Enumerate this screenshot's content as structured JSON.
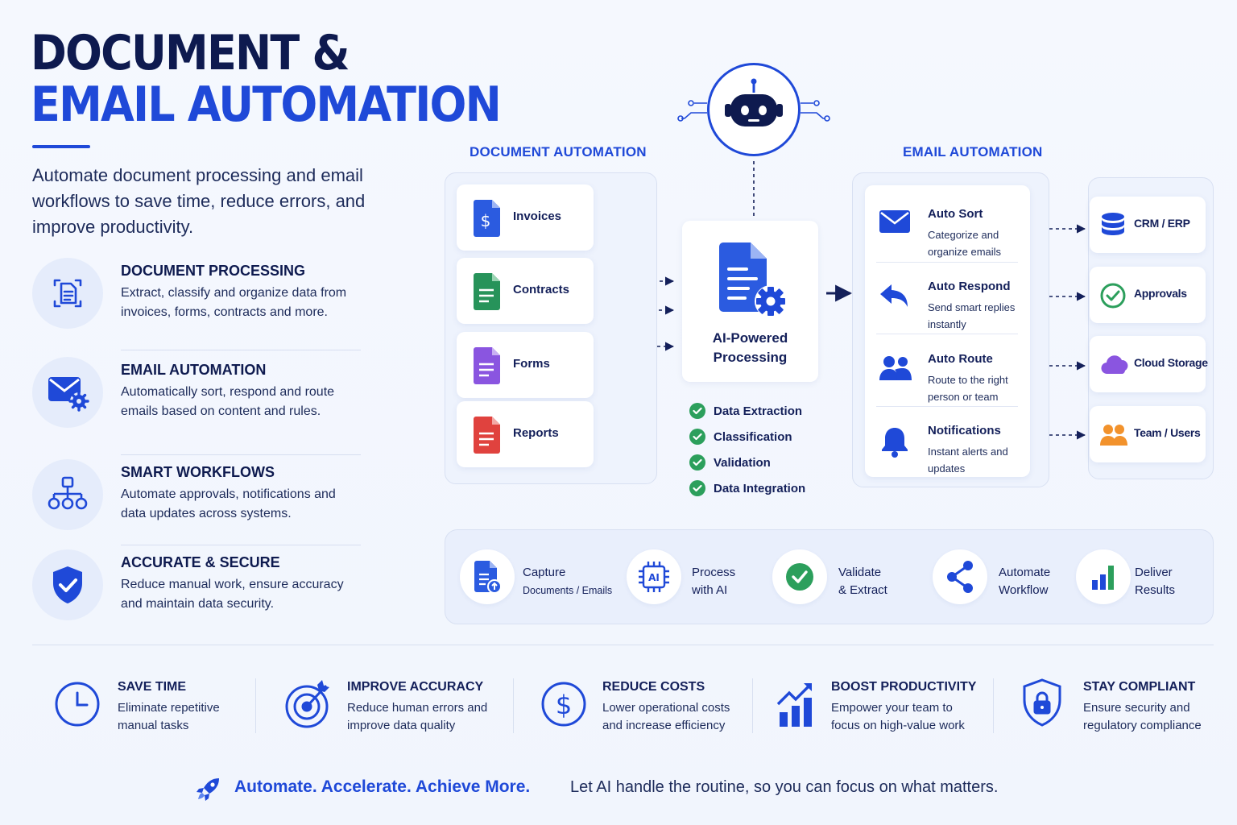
{
  "title": {
    "line1": "DOCUMENT &",
    "line2": "EMAIL AUTOMATION"
  },
  "intro": "Automate document processing and email workflows to save time, reduce errors, and improve productivity.",
  "features": [
    {
      "title": "DOCUMENT PROCESSING",
      "desc": "Extract, classify and organize data from invoices, forms, contracts and more.",
      "icon": "document-scan-icon"
    },
    {
      "title": "EMAIL AUTOMATION",
      "desc": "Automatically sort, respond and route emails based on content and rules.",
      "icon": "email-gear-icon"
    },
    {
      "title": "SMART WORKFLOWS",
      "desc": "Automate approvals, notifications and data updates across systems.",
      "icon": "workflow-tree-icon"
    },
    {
      "title": "ACCURATE & SECURE",
      "desc": "Reduce manual work, ensure accuracy and maintain data security.",
      "icon": "shield-check-icon"
    }
  ],
  "document_section": {
    "header": "DOCUMENT AUTOMATION",
    "items": [
      {
        "label": "Invoices",
        "icon": "invoice-icon",
        "color": "#2b5be0"
      },
      {
        "label": "Contracts",
        "icon": "contract-icon",
        "color": "#27935a"
      },
      {
        "label": "Forms",
        "icon": "form-icon",
        "color": "#8a55e0"
      },
      {
        "label": "Reports",
        "icon": "report-icon",
        "color": "#e0423e"
      }
    ]
  },
  "ai": {
    "label": "AI-Powered Processing",
    "steps": [
      "Data Extraction",
      "Classification",
      "Validation",
      "Data Integration"
    ]
  },
  "email_section": {
    "header": "EMAIL AUTOMATION",
    "items": [
      {
        "title": "Auto Sort",
        "desc": "Categorize and organize emails",
        "icon": "envelope-icon"
      },
      {
        "title": "Auto Respond",
        "desc": "Send smart replies instantly",
        "icon": "reply-arrow-icon"
      },
      {
        "title": "Auto Route",
        "desc": "Route to the right person or team",
        "icon": "users-icon"
      },
      {
        "title": "Notifications",
        "desc": "Instant alerts and updates",
        "icon": "bell-icon"
      }
    ]
  },
  "destinations": [
    {
      "label": "CRM / ERP",
      "icon": "database-icon"
    },
    {
      "label": "Approvals",
      "icon": "check-circle-icon"
    },
    {
      "label": "Cloud Storage",
      "icon": "cloud-icon"
    },
    {
      "label": "Team / Users",
      "icon": "team-icon"
    }
  ],
  "pipeline": [
    {
      "line1": "Capture",
      "line2": "Documents / Emails",
      "icon": "capture-icon"
    },
    {
      "line1": "Process",
      "line2": "with AI",
      "icon": "ai-chip-icon"
    },
    {
      "line1": "Validate",
      "line2": "& Extract",
      "icon": "check-badge-icon"
    },
    {
      "line1": "Automate",
      "line2": "Workflow",
      "icon": "workflow-nodes-icon"
    },
    {
      "line1": "Deliver",
      "line2": "Results",
      "icon": "bar-chart-icon"
    }
  ],
  "benefits": [
    {
      "title": "SAVE TIME",
      "desc": "Eliminate repetitive manual tasks",
      "icon": "clock-icon"
    },
    {
      "title": "IMPROVE ACCURACY",
      "desc": "Reduce human errors and improve data quality",
      "icon": "target-icon"
    },
    {
      "title": "REDUCE COSTS",
      "desc": "Lower operational costs and increase efficiency",
      "icon": "dollar-icon"
    },
    {
      "title": "BOOST PRODUCTIVITY",
      "desc": "Empower your team to focus on high-value work",
      "icon": "growth-chart-icon"
    },
    {
      "title": "STAY COMPLIANT",
      "desc": "Ensure security and regulatory compliance",
      "icon": "lock-shield-icon"
    }
  ],
  "tagline": {
    "bold": "Automate. Accelerate. Achieve More.",
    "rest": "Let AI handle the routine, so you can focus on what matters.",
    "icon": "rocket-icon"
  },
  "colors": {
    "primary": "#1f49d8",
    "navy": "#0e1a4f",
    "success": "#2c9f5c",
    "panel": "#eef3fd"
  }
}
